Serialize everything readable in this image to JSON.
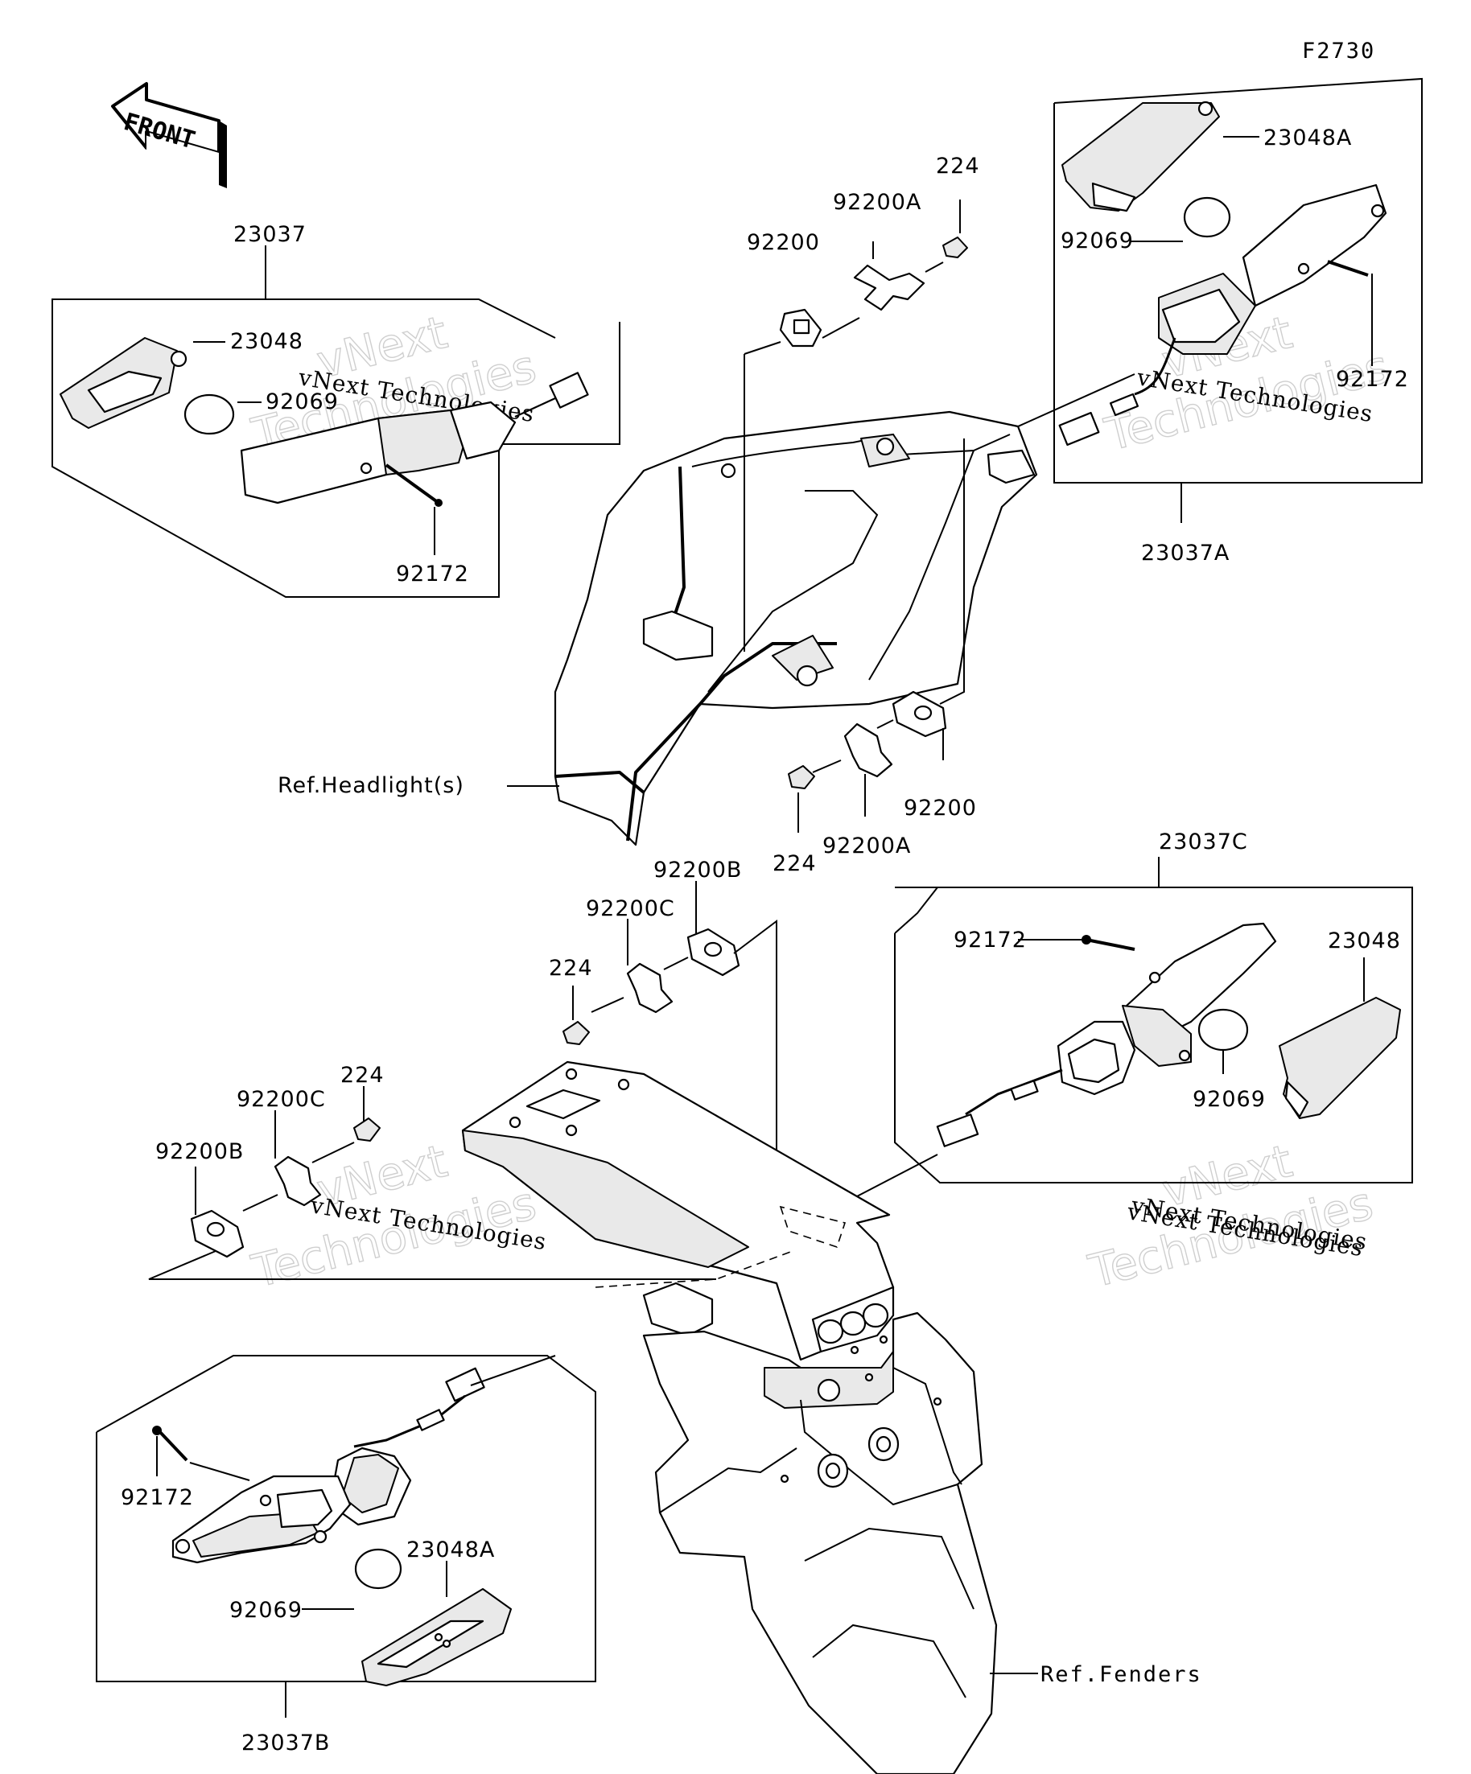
{
  "figure_code": "F2730",
  "direction_label": "FRONT",
  "watermark": {
    "company": "vNext Technologies",
    "big_line1": "vNext",
    "big_line2": "Technologies"
  },
  "callouts": {
    "c23037": "23037",
    "c23048_left": "23048",
    "c92069_left": "92069",
    "c92172_left": "92172",
    "c23048A_top": "23048A",
    "c92069_tr": "92069",
    "c92172_tr": "92172",
    "c23037A": "23037A",
    "c224_top": "224",
    "c92200A_top": "92200A",
    "c92200_top": "92200",
    "c92200_mid": "92200",
    "c92200A_mid": "92200A",
    "c224_mid": "224",
    "c23037C": "23037C",
    "c92172_right": "92172",
    "c23048_right": "23048",
    "c92069_right": "92069",
    "c92200B_top": "92200B",
    "c92200C_top": "92200C",
    "c224_rear1": "224",
    "c92200C_left": "92200C",
    "c224_rear2": "224",
    "c92200B_left": "92200B",
    "c92172_bl": "92172",
    "c23048A_bottom": "23048A",
    "c92069_bl": "92069",
    "c23037B": "23037B"
  },
  "references": {
    "headlight": "Ref.Headlight(s)",
    "fenders": "Ref.Fenders"
  }
}
